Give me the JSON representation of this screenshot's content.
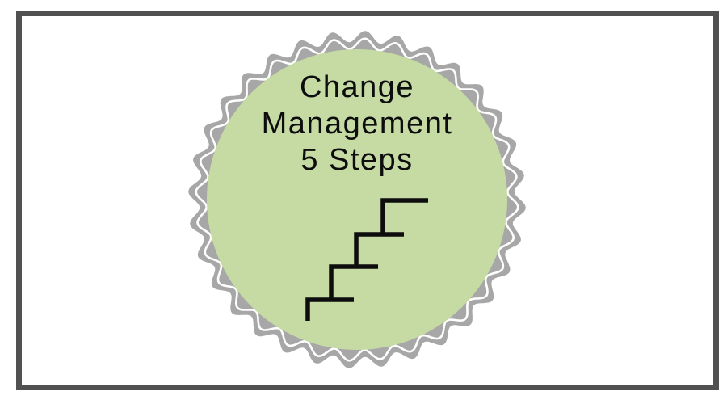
{
  "badge": {
    "title_lines": [
      "Change",
      "Management",
      "5 Steps"
    ],
    "icon": "staircase-icon",
    "icon_step_count": 5,
    "colors": {
      "ring_gray": "#a7a7a7",
      "wave_line": "#ffffff",
      "circle_fill": "#c6daa4",
      "title_text": "#0d0d0d",
      "stairs": "#0d0d0d"
    }
  },
  "frame": {
    "border_color": "#515151",
    "background": "#ffffff"
  }
}
